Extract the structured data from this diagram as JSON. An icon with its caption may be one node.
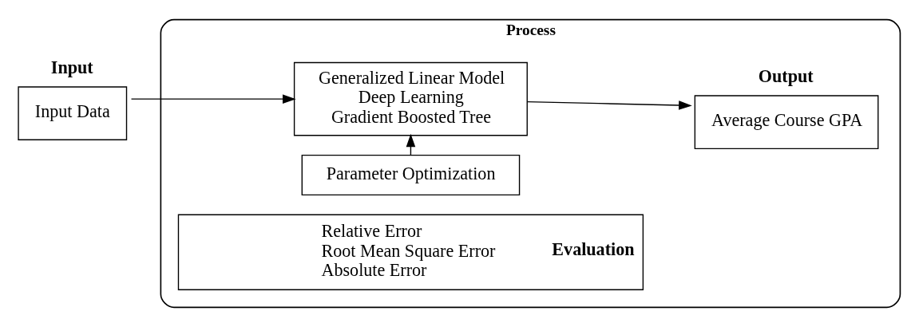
{
  "diagram": {
    "nodes": [
      {
        "text": [
          "Input",
          "Input Data"
        ]
      },
      {
        "text": [
          "Process"
        ]
      },
      {
        "text": [
          "Generalized Linear Model",
          "Deep Learning",
          "Gradient Boosted Tree"
        ],
        "in": 1
      },
      {
        "text": [
          "Output",
          "Average Course GPA"
        ],
        "in": 1
      },
      {
        "text": [
          "Parameter Optimization"
        ],
        "in": 1
      },
      {
        "text": [
          "Relative Error",
          "Root Mean Square Error",
          "Absolute Error",
          "Evaluation"
        ],
        "in": 1
      }
    ],
    "edges": [
      {
        "from": 0,
        "to": 2,
        "arrow": "to"
      },
      {
        "from": 2,
        "to": 3,
        "arrow": "to"
      },
      {
        "from": 4,
        "to": 2,
        "arrow": "to"
      }
    ]
  }
}
